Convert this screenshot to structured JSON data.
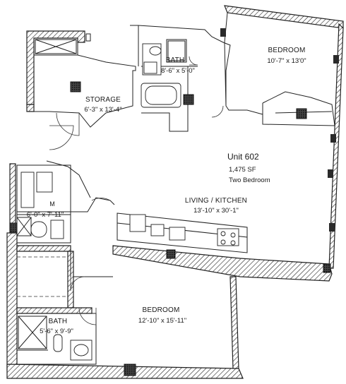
{
  "floorplan": {
    "unit": {
      "title": "Unit 602",
      "area": "1,475 SF",
      "type": "Two Bedroom"
    },
    "rooms": [
      {
        "key": "bedroom_ne",
        "name": "BEDROOM",
        "dims": "10'-7\" x 13'0\""
      },
      {
        "key": "bath_top",
        "name": "BATH",
        "dims": "8'-6\" x 5'-0\""
      },
      {
        "key": "storage",
        "name": "STORAGE",
        "dims": "6'-3\" x 13'-4\""
      },
      {
        "key": "living_kitchen",
        "name": "LIVING / KITCHEN",
        "dims": "13'-10\" x 30'-1\""
      },
      {
        "key": "laundry",
        "name": "M",
        "dims": "6'-0\" x 7'-11\""
      },
      {
        "key": "bedroom_s",
        "name": "BEDROOM",
        "dims": "12'-10\" x 15'-11\""
      },
      {
        "key": "bath_bottom",
        "name": "BATH",
        "dims": "5'-6\" x 9'-9\""
      }
    ]
  }
}
